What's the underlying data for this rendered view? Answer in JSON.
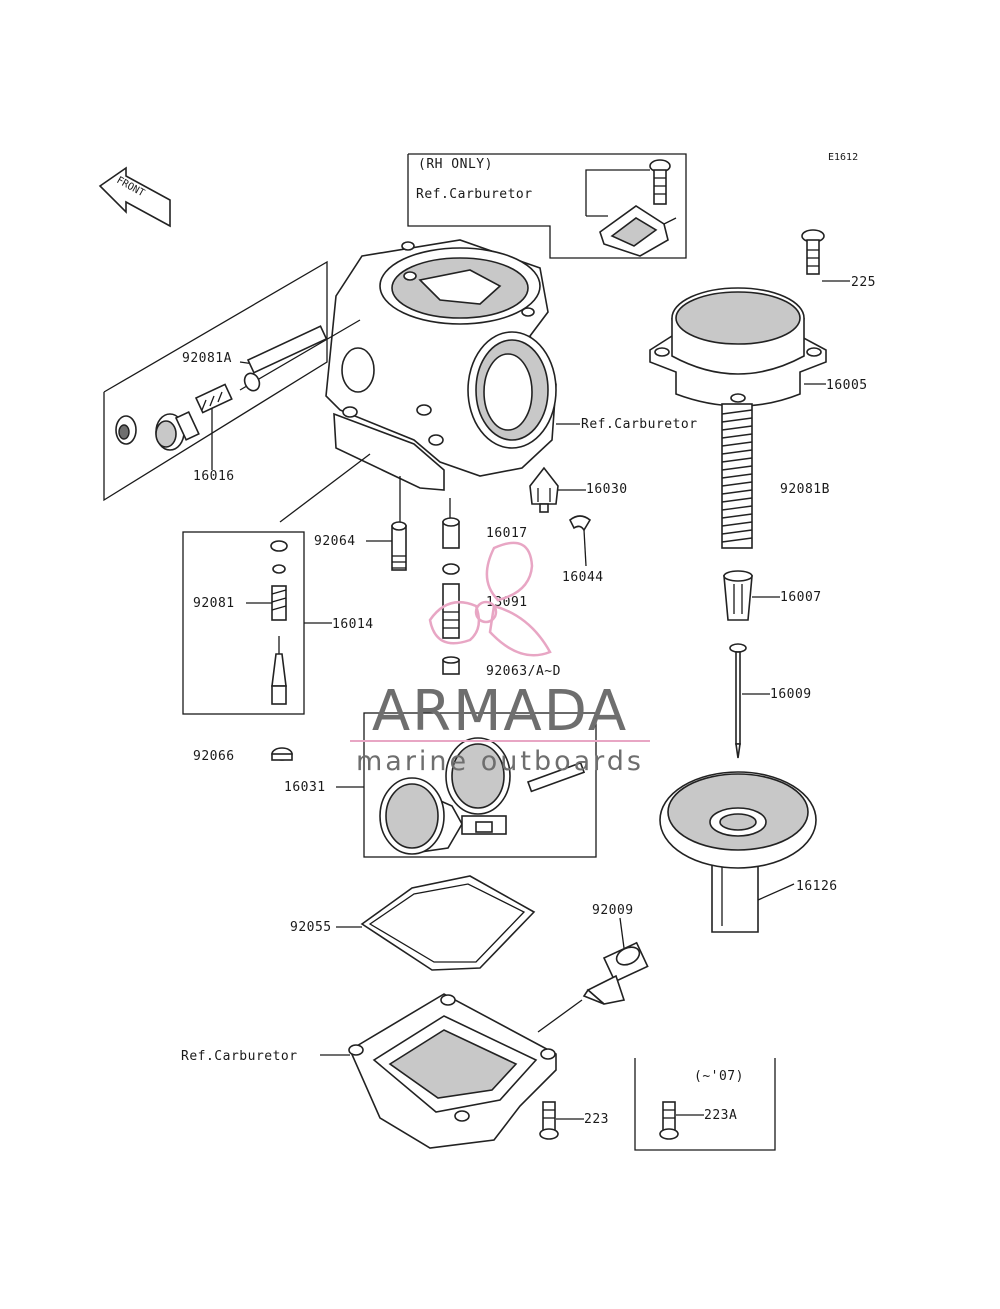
{
  "diagram_code": "E1612",
  "front_label": "FRONT",
  "rh_only": {
    "title": "(RH ONLY)",
    "ref": "Ref.Carburetor"
  },
  "ref_carburetor_label": "Ref.Carburetor",
  "version_box": {
    "title": "(~'07)",
    "part": "223A"
  },
  "parts": {
    "p225": "225",
    "p16005": "16005",
    "p92081B": "92081B",
    "p16007": "16007",
    "p16009": "16009",
    "p16126": "16126",
    "p92081A": "92081A",
    "p16016": "16016",
    "p16030": "16030",
    "p16017": "16017",
    "p16044": "16044",
    "p92064": "92064",
    "p13091": "13091",
    "p92063": "92063/A~D",
    "p92081": "92081",
    "p16014": "16014",
    "p92066": "92066",
    "p16031": "16031",
    "p92055": "92055",
    "p92009": "92009",
    "p223": "223",
    "ref_bottom": "Ref.Carburetor"
  },
  "watermark": {
    "title": "ARMADA",
    "subtitle": "marine outboards",
    "logo": "propeller-logo",
    "accent_color": "#e8a6c4",
    "text_color": "#6e6e6e"
  }
}
